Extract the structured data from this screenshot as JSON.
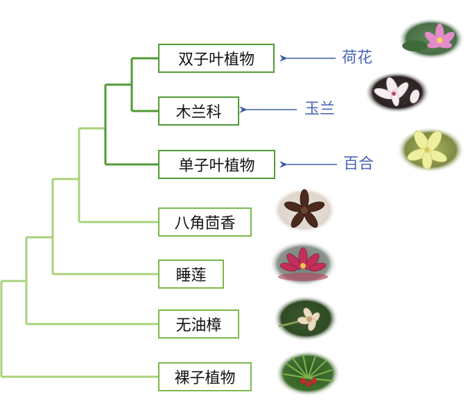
{
  "taxa": [
    {
      "label": "双子叶植物"
    },
    {
      "label": "木兰科"
    },
    {
      "label": "单子叶植物"
    },
    {
      "label": "八角茴香"
    },
    {
      "label": "睡莲"
    },
    {
      "label": "无油樟"
    },
    {
      "label": "裸子植物"
    }
  ],
  "annotations": [
    {
      "label": "荷花",
      "target": "双子叶植物"
    },
    {
      "label": "玉兰",
      "target": "木兰科"
    },
    {
      "label": "百合",
      "target": "单子叶植物"
    }
  ],
  "photos": [
    "lotus-photo",
    "magnolia-photo",
    "lily-photo",
    "star-anise-photo",
    "water-lily-photo",
    "amborella-photo",
    "gymnosperm-photo"
  ],
  "colors": {
    "dark_branch": "#4f9a34",
    "light_branch": "#a8d27a",
    "box_border": "#79b94b",
    "arrow": "#3a5aa8",
    "annotation_text": "#4766b6"
  }
}
